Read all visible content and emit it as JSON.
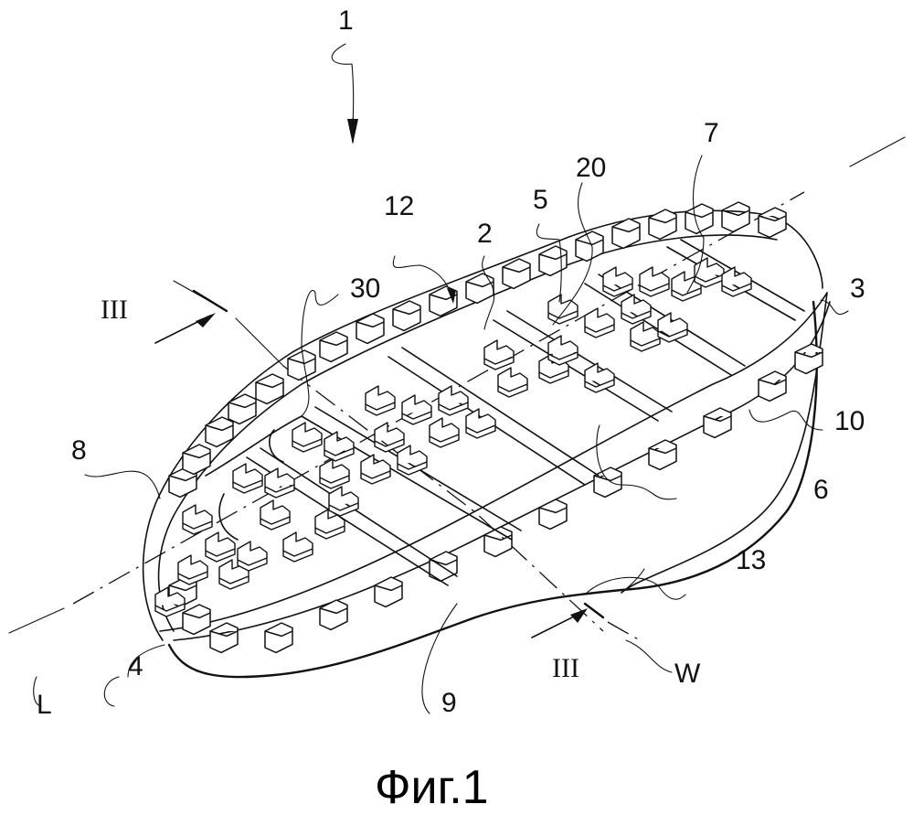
{
  "figure": {
    "caption": "Фиг.1",
    "subject": "Shoe sole with tread, perspective view",
    "reference_numerals": {
      "sole_assembly": "1",
      "tread_surface": "2",
      "toe_end": "3",
      "heel_end": "4",
      "edge_lugs": "5",
      "side_wall": "6",
      "forefoot_zone": "7",
      "heel_zone": "8",
      "bottom_edge": "9",
      "upper_side": "10",
      "arrow_region": "12",
      "arch_region": "13",
      "cleats_20": "20",
      "cleats_30": "30"
    },
    "section_marks": {
      "top": "III",
      "bottom": "III"
    },
    "axes": {
      "longitudinal": "L",
      "transverse": "W"
    }
  },
  "colors": {
    "ink": "#111111",
    "paper": "#ffffff"
  }
}
